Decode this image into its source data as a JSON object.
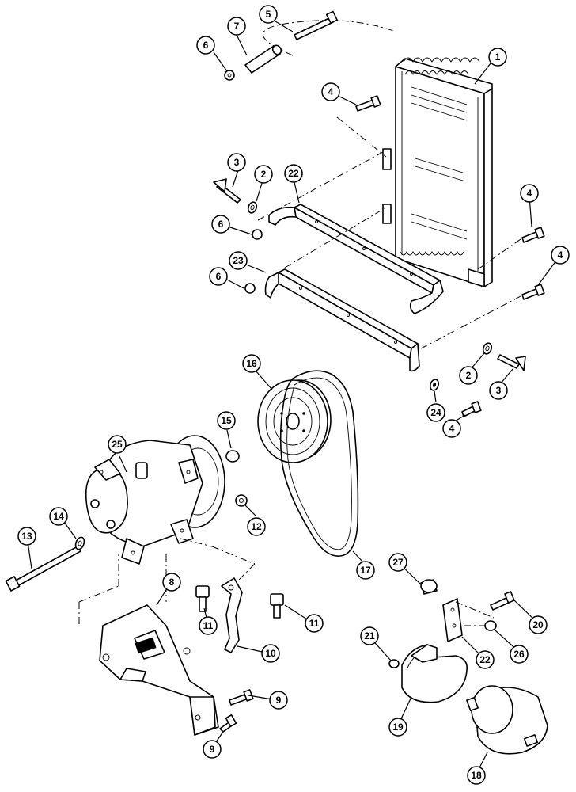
{
  "diagram": {
    "type": "exploded-parts-diagram",
    "callouts": [
      {
        "id": "c1",
        "label": "1"
      },
      {
        "id": "c2a",
        "label": "2"
      },
      {
        "id": "c2b",
        "label": "2"
      },
      {
        "id": "c3a",
        "label": "3"
      },
      {
        "id": "c3b",
        "label": "3"
      },
      {
        "id": "c4a",
        "label": "4"
      },
      {
        "id": "c4b",
        "label": "4"
      },
      {
        "id": "c4c",
        "label": "4"
      },
      {
        "id": "c4d",
        "label": "4"
      },
      {
        "id": "c5",
        "label": "5"
      },
      {
        "id": "c6a",
        "label": "6"
      },
      {
        "id": "c6b",
        "label": "6"
      },
      {
        "id": "c6c",
        "label": "6"
      },
      {
        "id": "c7",
        "label": "7"
      },
      {
        "id": "c8",
        "label": "8"
      },
      {
        "id": "c9a",
        "label": "9"
      },
      {
        "id": "c9b",
        "label": "9"
      },
      {
        "id": "c10",
        "label": "10"
      },
      {
        "id": "c11a",
        "label": "11"
      },
      {
        "id": "c11b",
        "label": "11"
      },
      {
        "id": "c12",
        "label": "12"
      },
      {
        "id": "c13",
        "label": "13"
      },
      {
        "id": "c14",
        "label": "14"
      },
      {
        "id": "c15",
        "label": "15"
      },
      {
        "id": "c16",
        "label": "16"
      },
      {
        "id": "c17",
        "label": "17"
      },
      {
        "id": "c18",
        "label": "18"
      },
      {
        "id": "c19",
        "label": "19"
      },
      {
        "id": "c20",
        "label": "20"
      },
      {
        "id": "c21",
        "label": "21"
      },
      {
        "id": "c22a",
        "label": "22"
      },
      {
        "id": "c22b",
        "label": "22"
      },
      {
        "id": "c23",
        "label": "23"
      },
      {
        "id": "c24",
        "label": "24"
      },
      {
        "id": "c25",
        "label": "25"
      },
      {
        "id": "c26",
        "label": "26"
      },
      {
        "id": "c27",
        "label": "27"
      }
    ]
  }
}
